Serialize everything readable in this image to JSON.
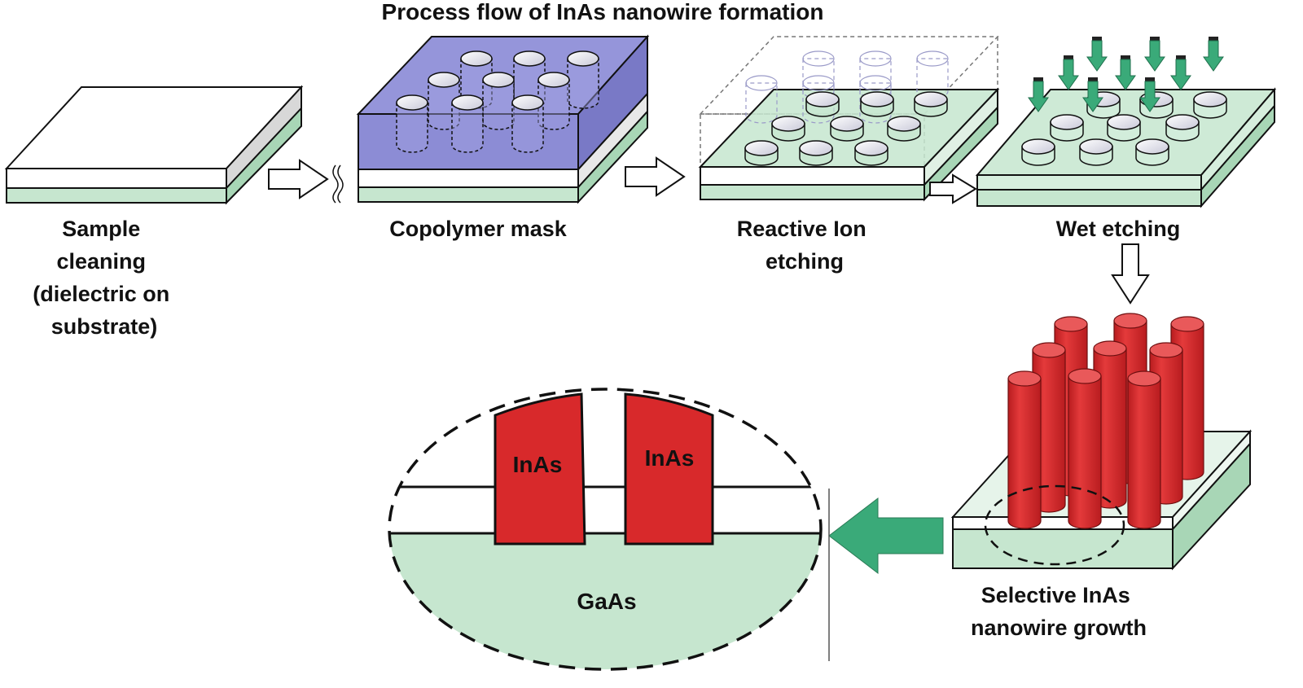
{
  "title": "Process flow of InAs nanowire formation",
  "steps": {
    "s1": {
      "lines": [
        "Sample",
        "cleaning",
        "(dielectric on",
        "substrate)"
      ]
    },
    "s2": {
      "lines": [
        "Copolymer mask"
      ]
    },
    "s3": {
      "lines": [
        "Reactive Ion",
        "etching"
      ]
    },
    "s4": {
      "lines": [
        "Wet etching"
      ]
    },
    "s5": {
      "lines": [
        "Selective InAs",
        "nanowire growth"
      ]
    }
  },
  "detail": {
    "left_label": "InAs",
    "right_label": "InAs",
    "substrate_label": "GaAs"
  },
  "colors": {
    "substrate": "#c6e6cf",
    "substrate_side": "#a8d6b6",
    "dielectric": "#ffffff",
    "mask": "#7f7fd0",
    "mask_dark": "#5a5ab8",
    "nanowire": "#d8292b",
    "arrow_green": "#3aaa79",
    "outline": "#111111"
  },
  "icons": [
    "hollow-right-arrow",
    "hollow-down-arrow",
    "green-down-arrow",
    "green-left-arrow"
  ]
}
